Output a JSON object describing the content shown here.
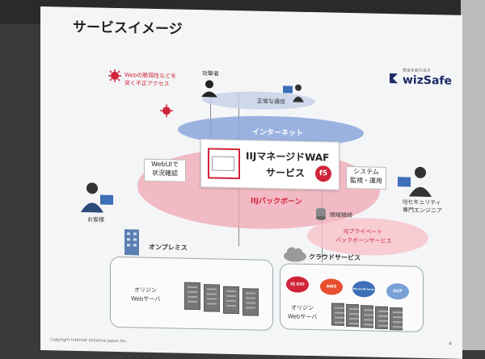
{
  "slide": {
    "title": "サービスイメージ",
    "logo": {
      "tagline": "安全を創り出す",
      "name": "wizSafe"
    },
    "attack_label_line1": "Webの脆弱性などを",
    "attack_label_line2": "突く不正アクセス",
    "attacker_label": "攻撃者",
    "normal_traffic_label": "正常な通信",
    "internet_label": "インターネット",
    "waf_title_line1": "IIJマネージドWAF",
    "waf_title_line2": "サービス",
    "f5_label": "f5",
    "backbone_label": "IIJバックボーン",
    "webui_line1": "WebUIで",
    "webui_line2": "状況確認",
    "system_line1": "システム",
    "system_line2": "監視・運用",
    "customer_label": "お客様",
    "engineer_line1": "IIJセキュリティ",
    "engineer_line2": "専門エンジニア",
    "closed_conn_label": "閉域接続",
    "private_backbone_line1": "IIJプライベート",
    "private_backbone_line2": "バックボーンサービス",
    "onprem_label": "オンプレミス",
    "cloud_services_label": "クラウドサービス",
    "origin_server_line1": "オリジン",
    "origin_server_line2": "Webサーバ",
    "cloud_origin_line1": "オリジン",
    "cloud_origin_line2": "Webサーバ",
    "clouds": [
      "IIJ GIO",
      "AWS",
      "Microsoft Azure",
      "GCP"
    ],
    "footer": "Copyright Internet Initiative Japan Inc.",
    "page_number": "4"
  },
  "colors": {
    "accent_red": "#d0243a",
    "internet_blue": "#8aa6dc",
    "backbone_pink": "#f2a5b3",
    "navy": "#1d2a66"
  }
}
